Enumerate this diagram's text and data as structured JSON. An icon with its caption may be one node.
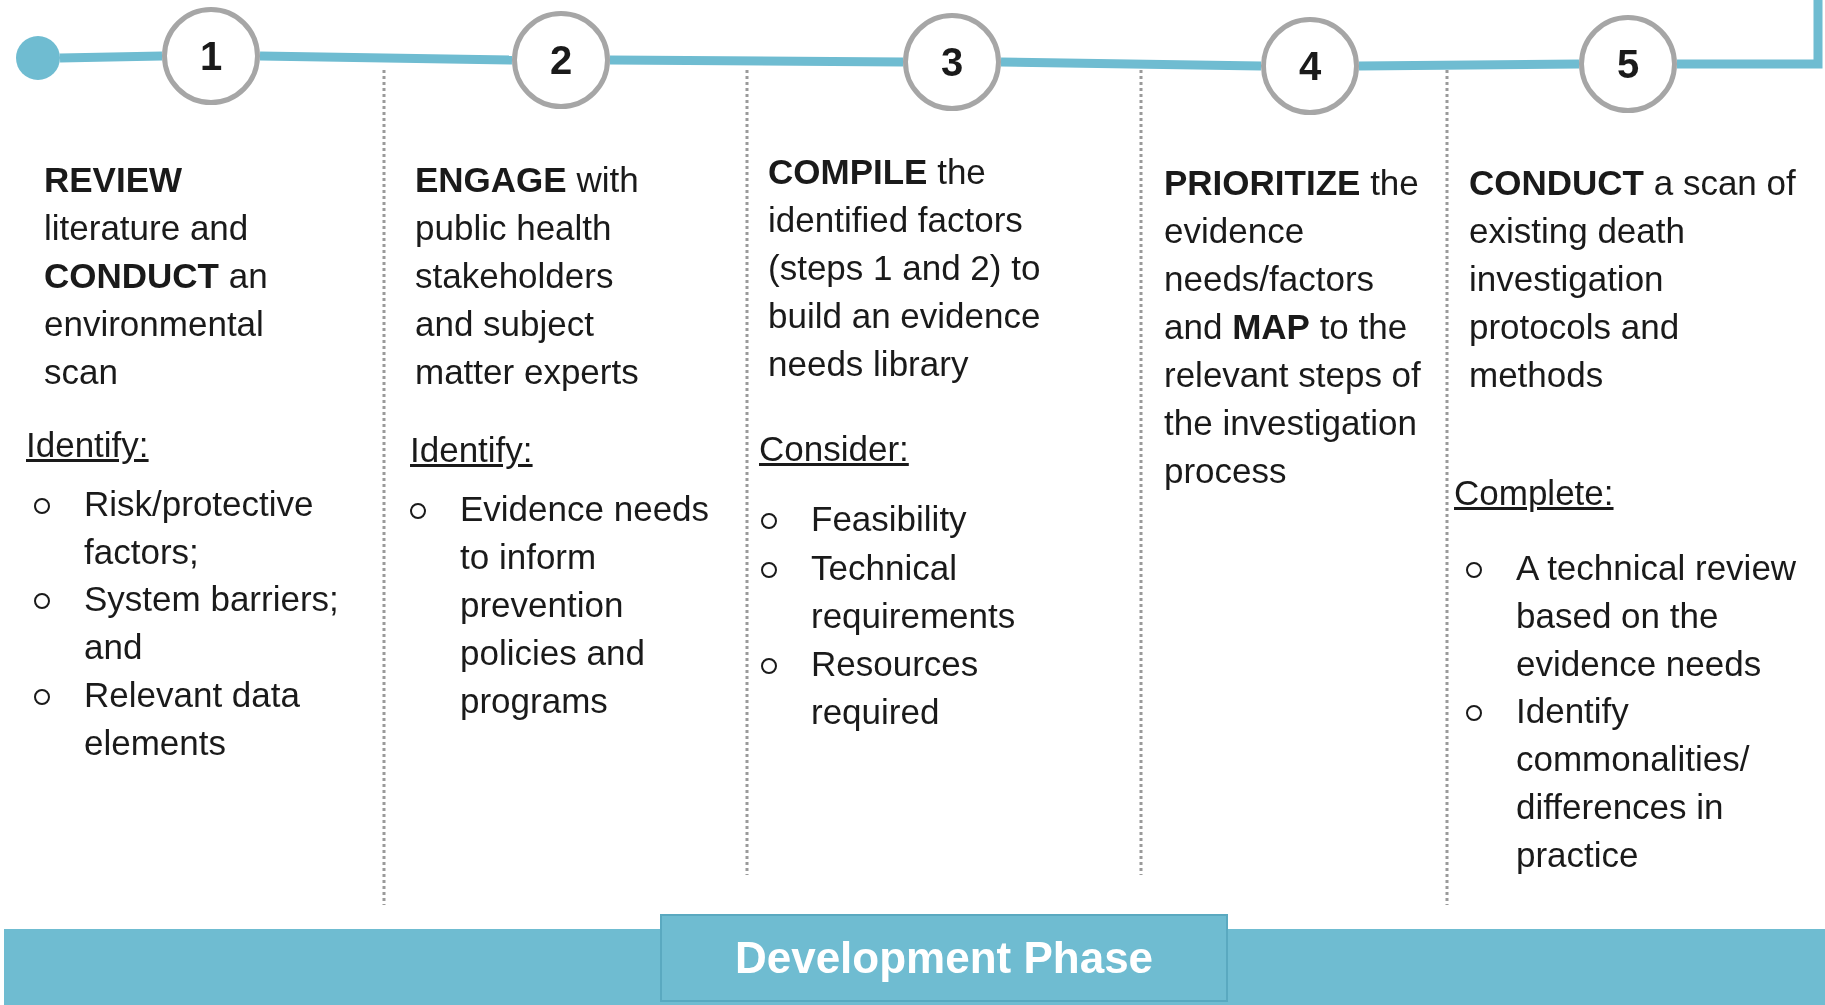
{
  "diagram": {
    "nodes": [
      {
        "text": [],
        "shape": "circle"
      },
      {
        "text": [
          "1"
        ]
      },
      {
        "text": [
          "2"
        ]
      },
      {
        "text": [
          "3"
        ]
      },
      {
        "text": [
          "4"
        ]
      },
      {
        "text": [
          "5"
        ]
      },
      {
        "text": [
          "Development Phase"
        ]
      }
    ],
    "edges": [
      {
        "from": 0,
        "to": 1,
        "arrow": "none"
      },
      {
        "from": 1,
        "to": 2,
        "arrow": "none"
      },
      {
        "from": 2,
        "to": 3,
        "arrow": "none"
      },
      {
        "from": 3,
        "to": 4,
        "arrow": "none"
      },
      {
        "from": 4,
        "to": 5,
        "arrow": "none"
      },
      {
        "from": 5,
        "to": null,
        "arrow": "none"
      }
    ],
    "labels": [
      "**REVIEW** literature and **CONDUCT** an environmental scan",
      "Identify:",
      "Risk/protective factors;",
      "System barriers; and",
      "Relevant data elements",
      "**ENGAGE** with public health stakeholders and subject matter experts",
      "Identify:",
      "Evidence needs to inform prevention policies and programs",
      "**COMPILE** the identified factors (steps 1 and 2) to build an evidence needs library",
      "Consider:",
      "Feasibility",
      "Technical requirements",
      "Resources required",
      "**PRIORITIZE** the evidence needs/factors and **MAP** to the relevant steps of the investigation process",
      "**CONDUCT** a scan of existing death investigation protocols and methods",
      "Complete:",
      "A technical review based on the evidence needs",
      "Identify commonalities/ differences in practice"
    ]
  }
}
